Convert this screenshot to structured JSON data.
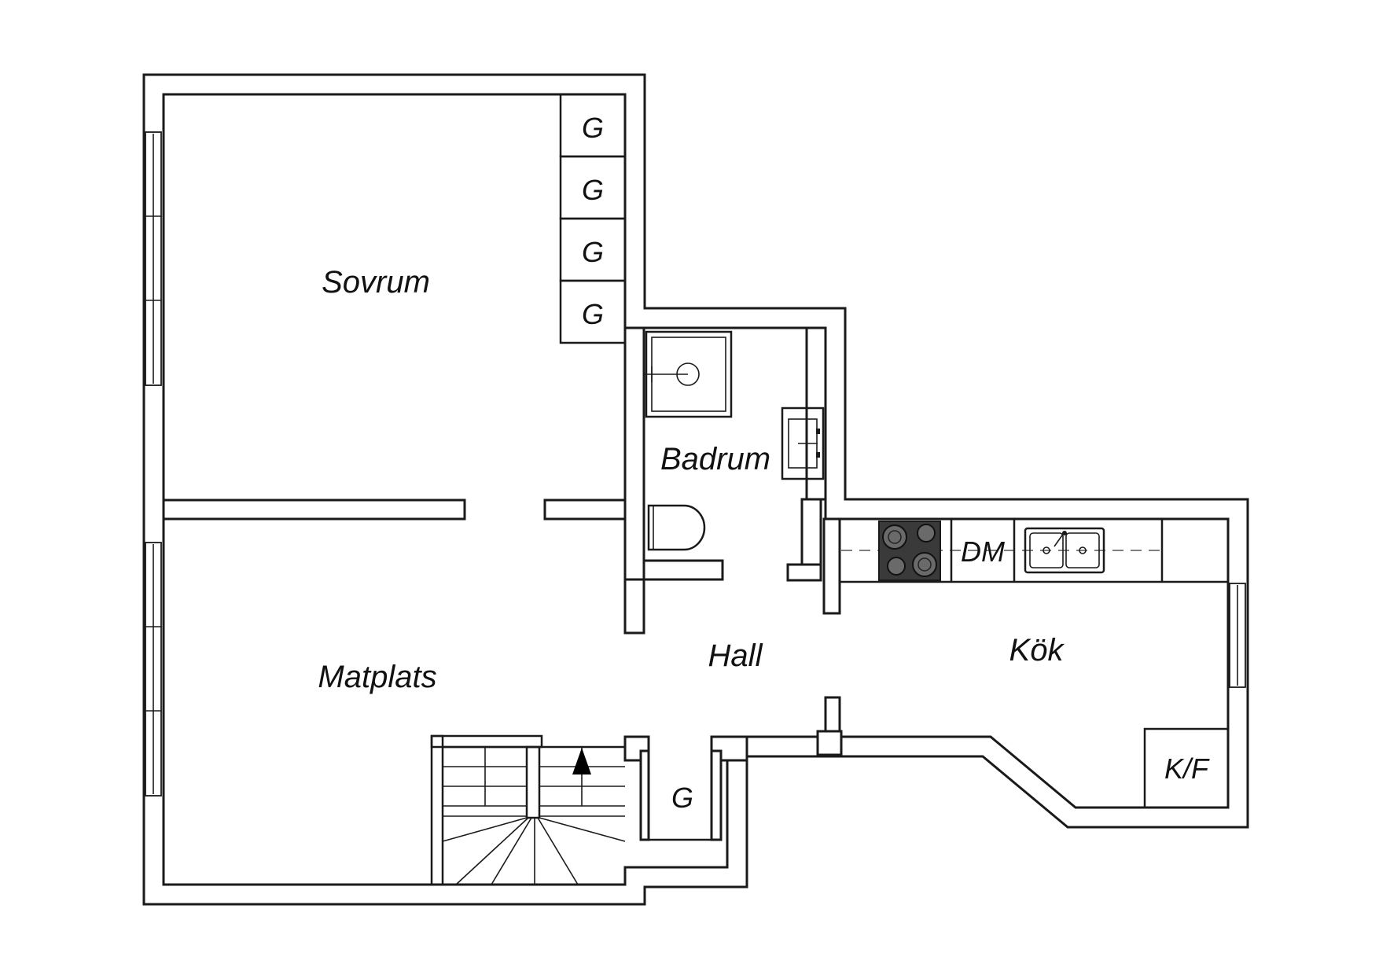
{
  "rooms": {
    "sovrum": "Sovrum",
    "matplats": "Matplats",
    "badrum": "Badrum",
    "hall": "Hall",
    "kok": "Kök"
  },
  "closets": [
    "G",
    "G",
    "G",
    "G",
    "G"
  ],
  "appliances": {
    "dishwasher": "DM",
    "fridge": "K/F"
  },
  "icons": [
    "shower-icon",
    "washbasin-icon",
    "toilet-icon",
    "stove-icon",
    "sink-icon",
    "stairs-icon",
    "window-icon"
  ]
}
